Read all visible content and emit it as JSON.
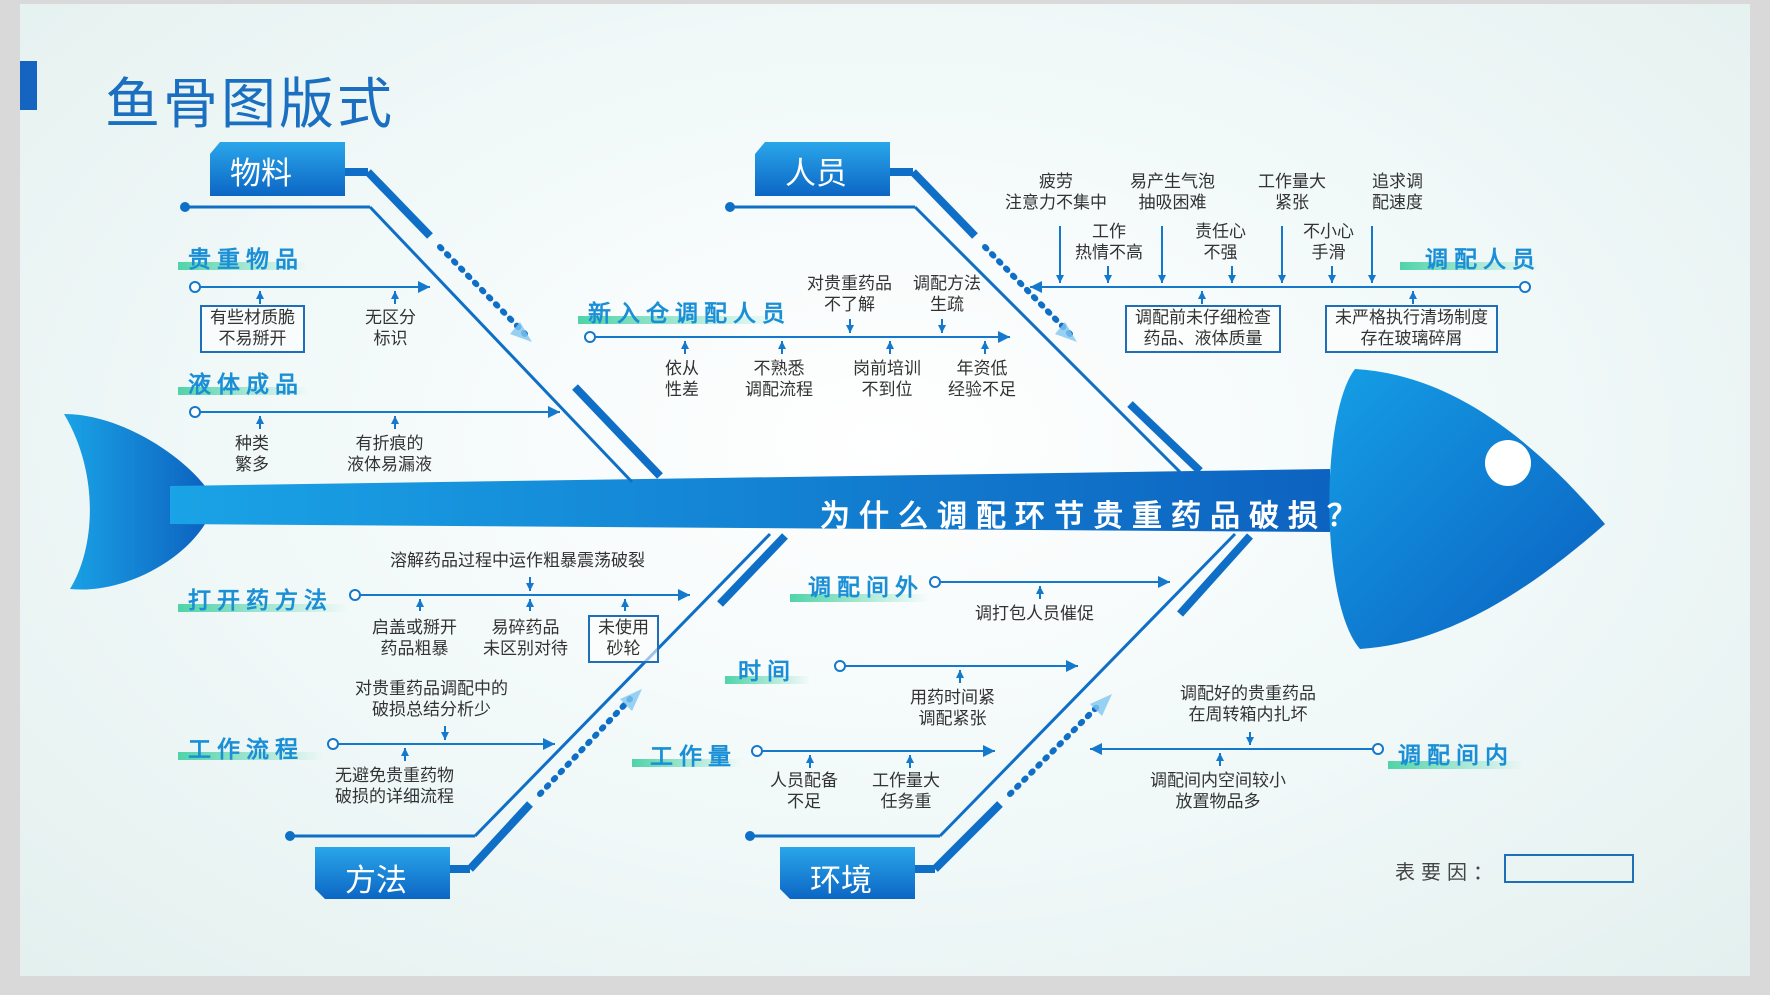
{
  "title": "鱼骨图版式",
  "question": "为什么调配环节贵重药品破损？",
  "legend_label": "表要因：",
  "main_bones": {
    "top_left": "物料",
    "top_right": "人员",
    "bottom_left": "方法",
    "bottom_right": "环境"
  },
  "materials": {
    "cat1": "贵重物品",
    "cat1_box": "有些材质脆\n不易掰开",
    "cat1_cause2": "无区分\n标识",
    "cat2": "液体成品",
    "cat2_cause1": "种类\n繁多",
    "cat2_cause2": "有折痕的\n液体易漏液"
  },
  "personnel": {
    "new_staff": "新入仓调配人员",
    "new_top1": "对贵重药品\n不了解",
    "new_top2": "调配方法\n生疏",
    "new_bot1": "依从\n性差",
    "new_bot2": "不熟悉\n调配流程",
    "new_bot3": "岗前培训\n不到位",
    "new_bot4": "年资低\n经验不足",
    "staff": "调配人员",
    "s_top1": "疲劳\n注意力不集中",
    "s_top2": "易产生气泡\n抽吸困难",
    "s_top3": "工作量大\n紧张",
    "s_top4": "追求调\n配速度",
    "s_mid1": "工作\n热情不高",
    "s_mid2": "责任心\n不强",
    "s_mid3": "不小心\n手滑",
    "s_box1": "调配前未仔细检查\n药品、液体质量",
    "s_box2": "未严格执行清场制度\n存在玻璃碎屑"
  },
  "methods": {
    "open": "打开药方法",
    "open_top": "溶解药品过程中运作粗暴震荡破裂",
    "open_b1": "启盖或掰开\n药品粗暴",
    "open_b2": "易碎药品\n未区别对待",
    "open_box": "未使用\n砂轮",
    "flow": "工作流程",
    "flow_top": "对贵重药品调配中的\n破损总结分析少",
    "flow_bot": "无避免贵重药物\n破损的详细流程"
  },
  "environment": {
    "outside": "调配间外",
    "outside_cause": "调打包人员催促",
    "time": "时间",
    "time_cause": "用药时间紧\n调配紧张",
    "workload": "工作量",
    "wl_c1": "人员配备\n不足",
    "wl_c2": "工作量大\n任务重",
    "inside": "调配间内",
    "in_top": "调配好的贵重药品\n在周转箱内扎坏",
    "in_bot": "调配间内空间较小\n放置物品多"
  }
}
